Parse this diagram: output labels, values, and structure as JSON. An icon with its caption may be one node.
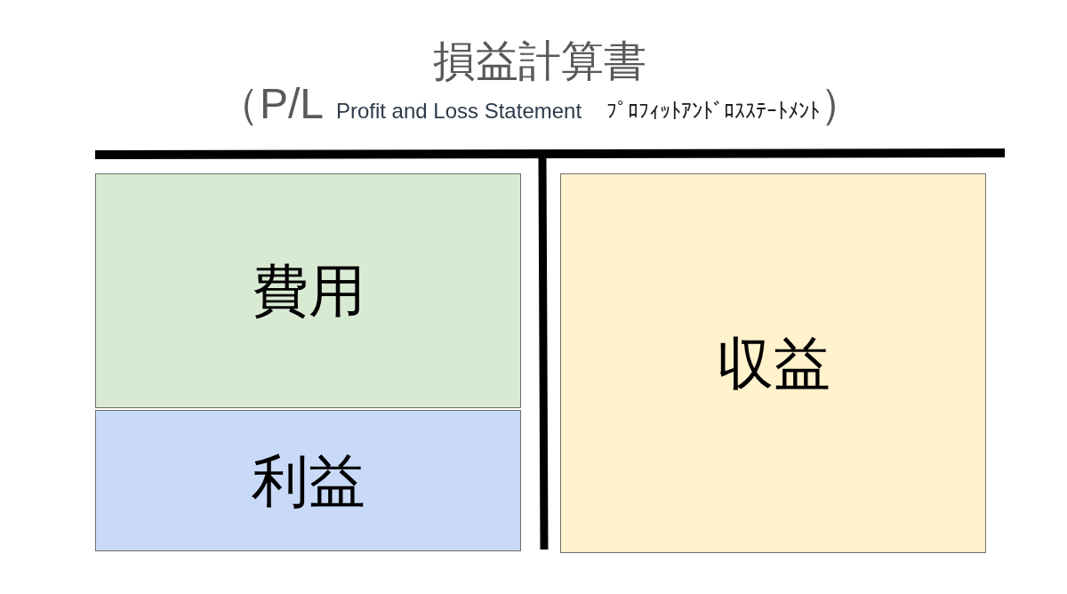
{
  "diagram": {
    "title": "損益計算書",
    "nodes": [
      {
        "text": [
          "費用"
        ]
      },
      {
        "text": [
          "利益"
        ]
      },
      {
        "text": [
          "収益"
        ]
      }
    ],
    "labels": [
      "（P/L",
      "Profit and Loss Statement",
      "ﾌﾟﾛﾌｨｯﾄｱﾝﾄﾞﾛｽｽﾃｰﾄﾒﾝﾄ",
      "）"
    ]
  }
}
